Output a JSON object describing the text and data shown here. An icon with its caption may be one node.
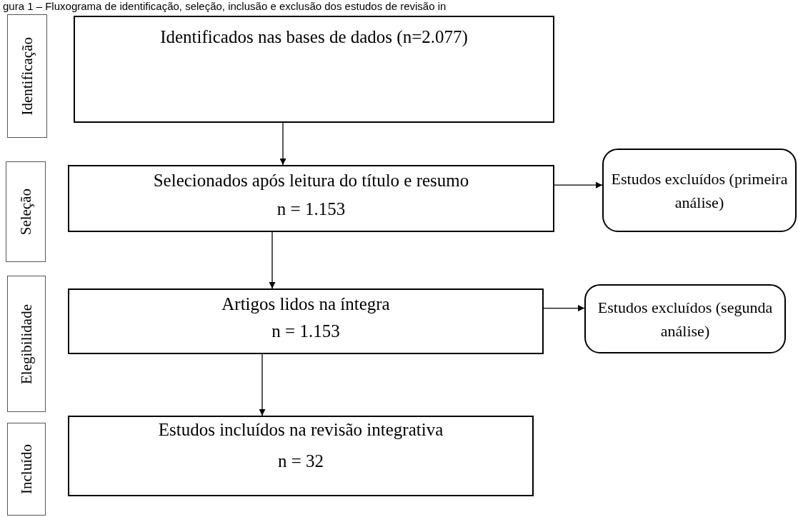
{
  "diagram": {
    "title": "gura 1 – Fluxograma de identificação, seleção, inclusão e exclusão dos estudos de revisão in",
    "nodes": [
      {
        "text": [
          "Identificação"
        ]
      },
      {
        "text": [
          "Identificados nas bases de dados (n=2.077)"
        ]
      },
      {
        "text": [
          "Seleção"
        ]
      },
      {
        "text": [
          "Selecionados após leitura do título e resumo",
          "n = 1.153"
        ]
      },
      {
        "text": [
          "Estudos excluídos (primeira análise)"
        ]
      },
      {
        "text": [
          "Elegibilidade"
        ]
      },
      {
        "text": [
          "Artigos lidos na íntegra",
          "n = 1.153"
        ]
      },
      {
        "text": [
          "Estudos excluídos (segunda análise)"
        ]
      },
      {
        "text": [
          "Incluído"
        ]
      },
      {
        "text": [
          "Estudos incluídos na revisão integrativa",
          "n = 32"
        ]
      }
    ],
    "edges": [
      {
        "from": 1,
        "to": 3,
        "arrow": "to"
      },
      {
        "from": 3,
        "to": 4,
        "arrow": "to"
      },
      {
        "from": 3,
        "to": 6,
        "arrow": "to"
      },
      {
        "from": 6,
        "to": 7,
        "arrow": "to"
      },
      {
        "from": 6,
        "to": 9,
        "arrow": "to"
      }
    ]
  }
}
